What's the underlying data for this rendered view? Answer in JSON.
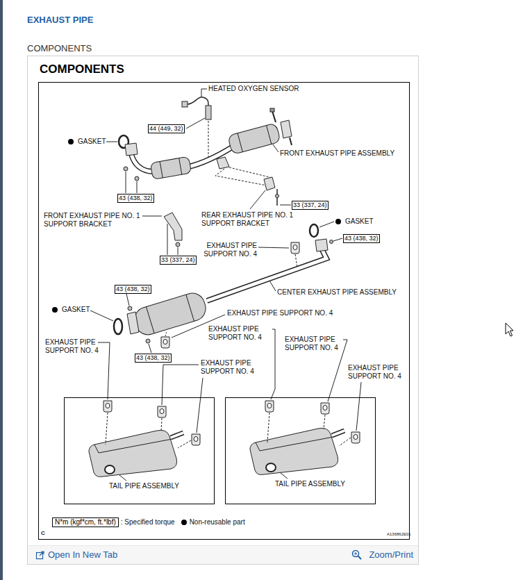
{
  "diagram": {
    "title": "EXHAUST PIPE",
    "nodes": [
      {
        "text": [
          "COMPONENTS"
        ]
      },
      {
        "text": [
          "44 (449, 32)"
        ],
        "in": 0
      },
      {
        "text": [
          "43 (438, 32)"
        ],
        "in": 0
      },
      {
        "text": [
          "33 (337, 24)"
        ],
        "in": 0
      },
      {
        "text": [
          "43 (438, 32)"
        ],
        "in": 0
      },
      {
        "text": [
          "33 (337, 24)"
        ],
        "in": 0
      },
      {
        "text": [
          "43 (438, 32)"
        ],
        "in": 0
      },
      {
        "text": [
          "43 (438, 32)"
        ],
        "in": 0
      },
      {
        "text": [
          "TAIL PIPE ASSEMBLY"
        ],
        "in": 0
      },
      {
        "text": [
          "TAIL PIPE ASSEMBLY"
        ],
        "in": 0
      },
      {
        "text": [
          "N*m (kgf*cm, ft.*lbf)"
        ],
        "in": 0
      },
      {
        "text": [
          "Open In New Tab",
          "Zoom/Print"
        ],
        "in": 0
      }
    ],
    "labels": [
      "COMPONENTS",
      "HEATED OXYGEN SENSOR",
      "GASKET",
      "FRONT EXHAUST PIPE ASSEMBLY",
      "REAR EXHAUST PIPE NO. 1 SUPPORT BRACKET",
      "FRONT EXHAUST PIPE NO. 1 SUPPORT BRACKET",
      "GASKET",
      "EXHAUST PIPE SUPPORT NO. 4",
      "CENTER EXHAUST PIPE ASSEMBLY",
      "GASKET",
      "EXHAUST PIPE SUPPORT NO. 4",
      "EXHAUST PIPE SUPPORT NO. 4",
      "EXHAUST PIPE SUPPORT NO. 4",
      "EXHAUST PIPE SUPPORT NO. 4",
      "EXHAUST PIPE SUPPORT NO. 4",
      "EXHAUST PIPE SUPPORT NO. 4",
      "C",
      "A136862E01"
    ],
    "legend": [
      {
        "text": ": Specified torque"
      },
      {
        "text": "Non-reusable part"
      }
    ]
  }
}
